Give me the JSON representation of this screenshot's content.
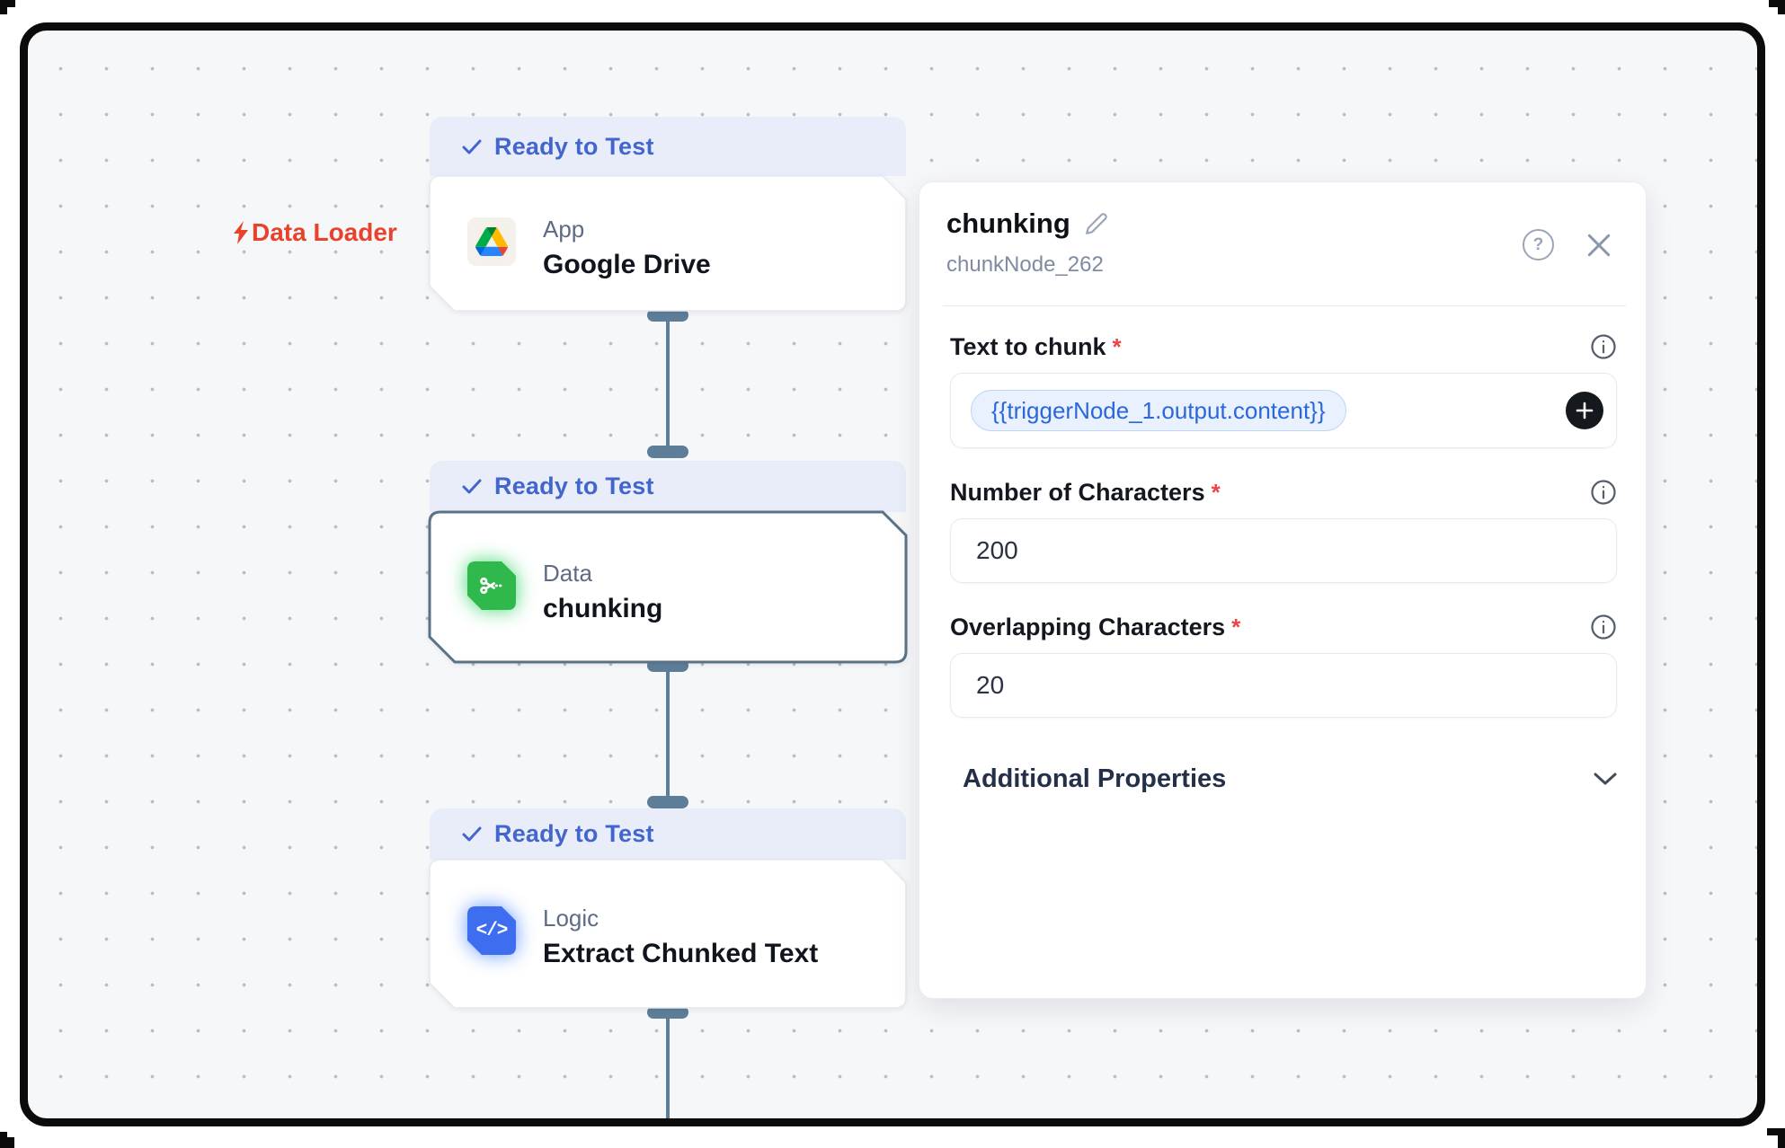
{
  "canvas": {
    "flow_label": "Data Loader"
  },
  "nodes": [
    {
      "badge": "Ready to Test",
      "category": "App",
      "title": "Google Drive"
    },
    {
      "badge": "Ready to Test",
      "category": "Data",
      "title": "chunking",
      "selected": "true"
    },
    {
      "badge": "Ready to Test",
      "category": "Logic",
      "title": "Extract Chunked Text",
      "icon_glyph": "</>"
    }
  ],
  "panel": {
    "title": "chunking",
    "node_id": "chunkNode_262",
    "help_glyph": "?",
    "fields": {
      "text_to_chunk": {
        "label": "Text to chunk",
        "required_marker": "*",
        "value": "{{triggerNode_1.output.content}}"
      },
      "num_characters": {
        "label": "Number of Characters",
        "required_marker": "*",
        "value": "200"
      },
      "overlap_characters": {
        "label": "Overlapping Characters",
        "required_marker": "*",
        "value": "20"
      }
    },
    "additional_properties_label": "Additional Properties"
  },
  "colors": {
    "badge_text": "#4266cc",
    "badge_bg": "#e9edf9",
    "flow_label_red": "#e8422d",
    "connector": "#5d7d99",
    "chunk_icon_green": "#2fb84b",
    "logic_icon_blue": "#3d6ef0",
    "chip_text": "#2c67d9",
    "chip_bg": "#e8f1fd",
    "canvas_bg": "#f6f7f9"
  }
}
